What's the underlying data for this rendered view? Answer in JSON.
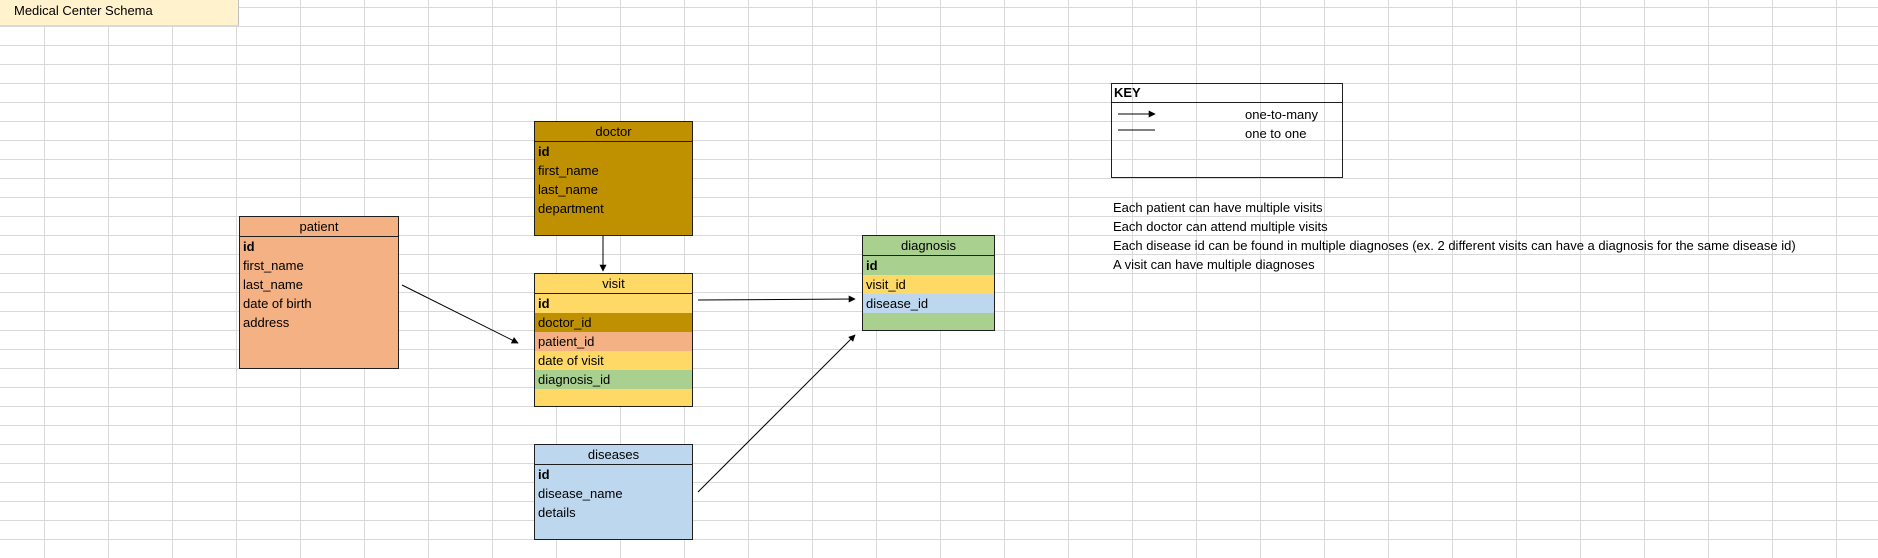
{
  "title": "Medical Center Schema",
  "colors": {
    "patient": "#f4b183",
    "doctor": "#bf9000",
    "visit": "#ffd966",
    "diagnosis": "#a9d08e",
    "diseases": "#bdd7ee",
    "title_cell": "#fff2cc"
  },
  "entities": {
    "doctor": {
      "name": "doctor",
      "fields": [
        "id",
        "first_name",
        "last_name",
        "department"
      ]
    },
    "patient": {
      "name": "patient",
      "fields": [
        "id",
        "first_name",
        "last_name",
        "date of birth",
        "address"
      ]
    },
    "visit": {
      "name": "visit",
      "fields": [
        "id",
        "doctor_id",
        "patient_id",
        "date of visit",
        "diagnosis_id"
      ]
    },
    "diagnosis": {
      "name": "diagnosis",
      "fields": [
        "id",
        "visit_id",
        "disease_id"
      ]
    },
    "diseases": {
      "name": "diseases",
      "fields": [
        "id",
        "disease_name",
        "details"
      ]
    }
  },
  "key": {
    "title": "KEY",
    "one_to_many": "one-to-many",
    "one_to_one": "one to one"
  },
  "notes": [
    "Each patient can have multiple visits",
    "Each doctor can attend multiple visits",
    "Each disease id can be found in multiple diagnoses (ex. 2  different visits can have a diagnosis for the same disease id)",
    "A visit can have multiple diagnoses"
  ]
}
